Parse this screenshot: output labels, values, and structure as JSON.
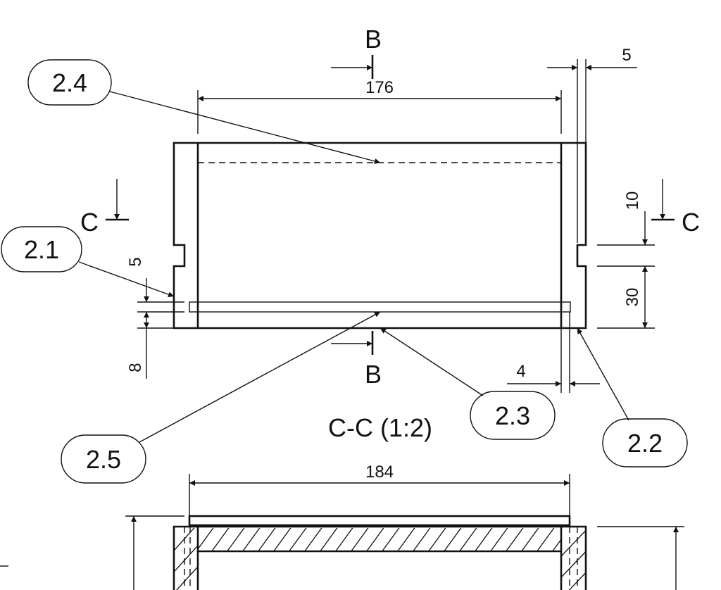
{
  "section_markers": {
    "b_top": "B",
    "b_bottom": "B",
    "c_left": "C",
    "c_right": "C"
  },
  "dimensions": {
    "width_inner": "176",
    "wall_top_right": "5",
    "slot_height": "10",
    "bottom_height": "30",
    "groove_left": "5",
    "base_left": "8",
    "wall_bottom_right": "4",
    "width_outer": "184"
  },
  "callouts": {
    "c2_4": "2.4",
    "c2_1": "2.1",
    "c2_5": "2.5",
    "c2_3": "2.3",
    "c2_2": "2.2"
  },
  "view_title": "C-C (1:2)"
}
